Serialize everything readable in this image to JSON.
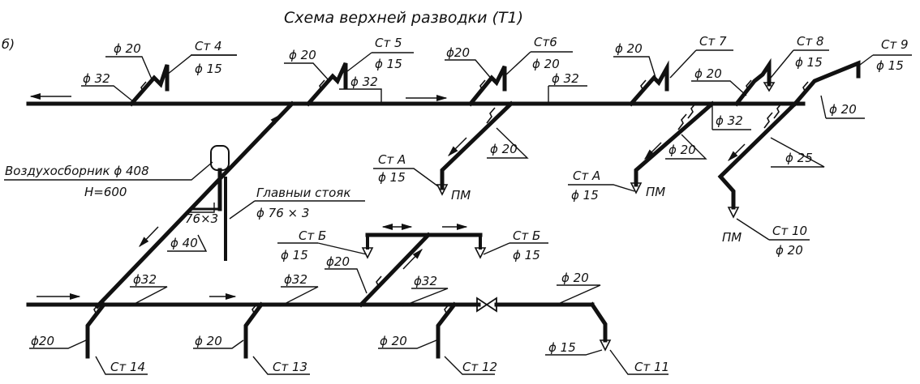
{
  "title": "Схема верхней разводки (Т1)",
  "panel_letter": "б)",
  "labels": {
    "d32_a": "ϕ 32",
    "d20_st4": "ϕ 20",
    "st4": "Ст 4",
    "d15_st4": "ϕ 15",
    "d20_st5": "ϕ 20",
    "st5": "Ст 5",
    "d15_st5": "ϕ 15",
    "d32_b": "ϕ 32",
    "d20_st6a": "ϕ20",
    "st6": "Ст6",
    "d20_st6b": "ϕ 20",
    "d32_c": "ϕ 32",
    "d20_st7": "ϕ 20",
    "st7": "Ст 7",
    "st8": "Ст 8",
    "d15_st8": "ϕ 15",
    "d20_st8": "ϕ 20",
    "st9": "Ст 9",
    "d15_st9": "ϕ 15",
    "d32_d": "ϕ 32",
    "d20_st9b": "ϕ 20",
    "vozd": "Воздухосборник ϕ 408",
    "h600": "Н=600",
    "stA1": "Ст А",
    "d15_stA1": "ϕ 15",
    "pm1": "ПМ",
    "d20_stA1": "ϕ 20",
    "stA2": "Ст А",
    "d15_stA2": "ϕ 15",
    "pm2": "ПМ",
    "d20_stA2": "ϕ 20",
    "d25": "ϕ 25",
    "pm3": "ПМ",
    "st10": "Ст 10",
    "d20_st10": "ϕ 20",
    "main_riser": "Главныи стояк",
    "main_riser_d": "ϕ 76 × 3",
    "d76x3": "76×3",
    "d40": "ϕ 40",
    "stB1": "Ст Б",
    "d15_stB1": "ϕ 15",
    "stB2": "Ст Б",
    "d15_stB2": "ϕ 15",
    "d20_stB": "ϕ20",
    "d32_e": "ϕ32",
    "d32_f": "ϕ32",
    "d32_g": "ϕ32",
    "d20_st11": "ϕ 20",
    "d15_st11": "ϕ 15",
    "st11": "Ст 11",
    "d20_st14": "ϕ20",
    "st14": "Ст 14",
    "d20_st13": "ϕ 20",
    "st13": "Ст 13",
    "d20_st12": "ϕ 20",
    "st12": "Ст 12"
  }
}
